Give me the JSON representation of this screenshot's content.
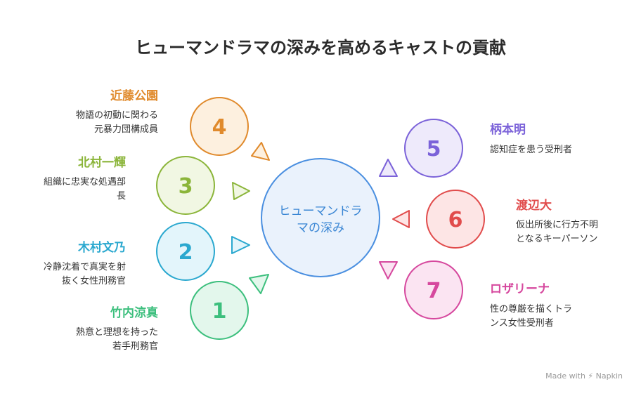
{
  "title": "ヒューマンドラマの深みを高めるキャストの貢献",
  "center": {
    "line1": "ヒューマンドラ",
    "line2": "マの深み"
  },
  "nodes": [
    {
      "number": "4",
      "name": "近藤公園",
      "desc": [
        "物語の初動に関わる",
        "元暴力団構成員"
      ],
      "color": "#e08a2c",
      "fill": "#fdf0df"
    },
    {
      "number": "3",
      "name": "北村一輝",
      "desc": [
        "組織に忠実な処遇部",
        "長"
      ],
      "color": "#8bb53a",
      "fill": "#f1f7e3"
    },
    {
      "number": "2",
      "name": "木村文乃",
      "desc": [
        "冷静沈着で真実を射",
        "抜く女性刑務官"
      ],
      "color": "#2aa8cf",
      "fill": "#e3f5fb"
    },
    {
      "number": "1",
      "name": "竹内涼真",
      "desc": [
        "熱意と理想を持った",
        "若手刑務官"
      ],
      "color": "#3cbf7d",
      "fill": "#e3f7ec"
    },
    {
      "number": "5",
      "name": "柄本明",
      "desc": [
        "認知症を患う受刑者"
      ],
      "color": "#7b62d9",
      "fill": "#eeeafb"
    },
    {
      "number": "6",
      "name": "渡辺大",
      "desc": [
        "仮出所後に行方不明",
        "となるキーパーソン"
      ],
      "color": "#e14c4c",
      "fill": "#fde5e5"
    },
    {
      "number": "7",
      "name": "ロザリーナ",
      "desc": [
        "性の尊厳を描くトラ",
        "ンス女性受刑者"
      ],
      "color": "#d6489e",
      "fill": "#fbe4f2"
    }
  ],
  "center_colors": {
    "stroke": "#4a8fe0",
    "fill": "#eaf2fc"
  },
  "footer": "Made with ⚡ Napkin"
}
